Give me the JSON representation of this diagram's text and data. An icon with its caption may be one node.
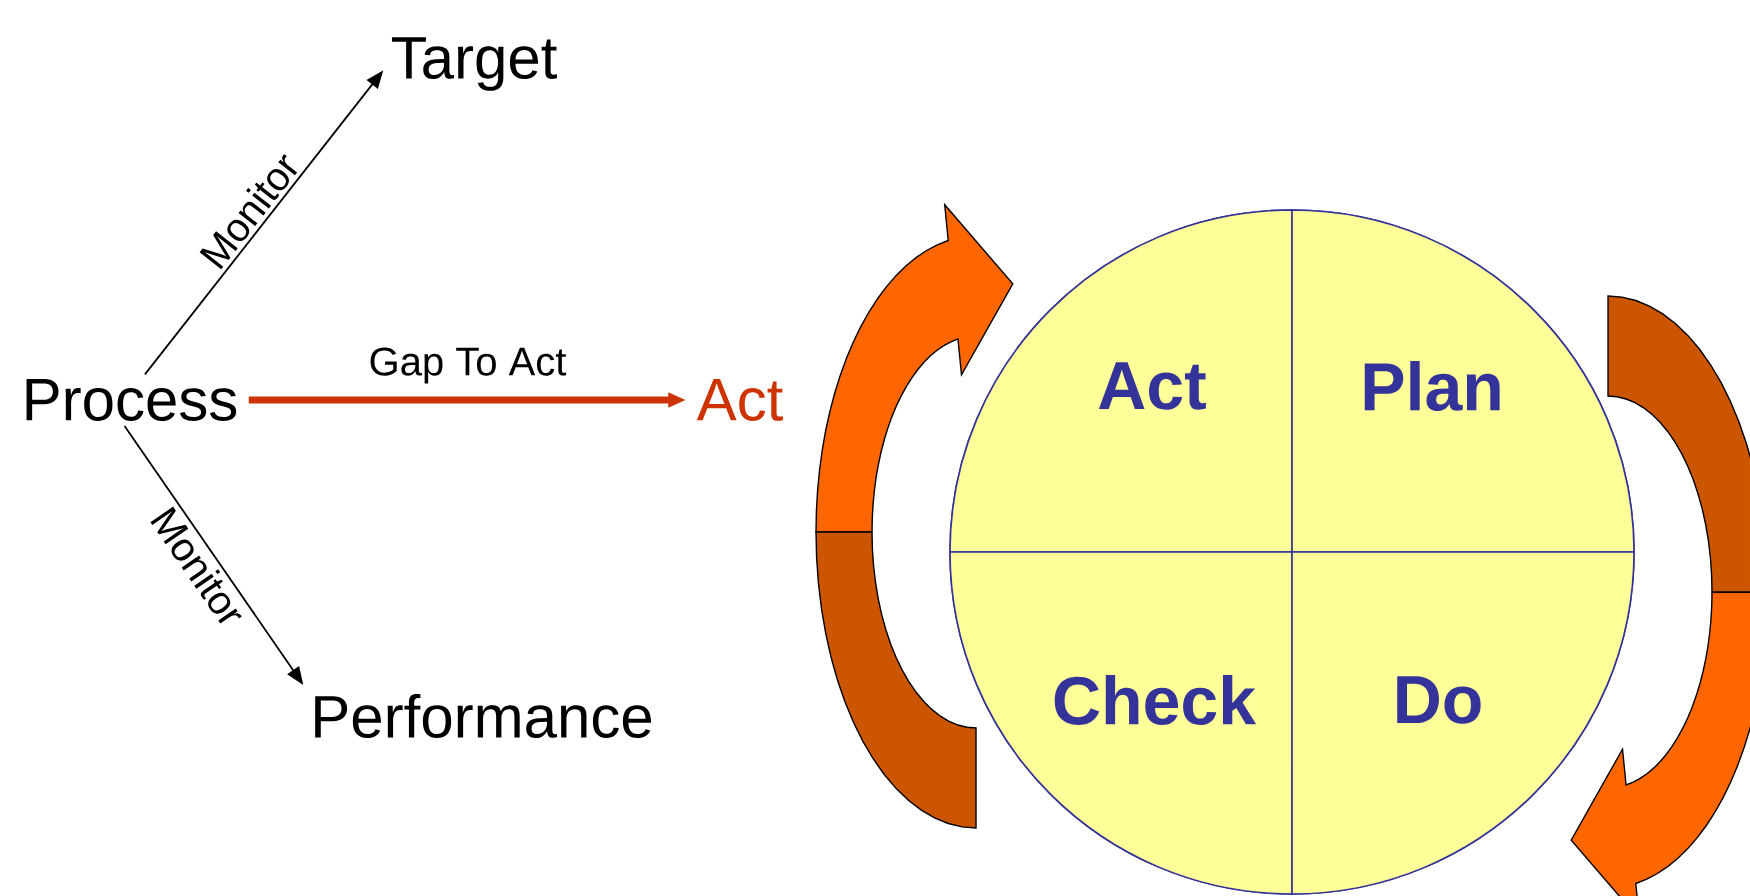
{
  "diagram": {
    "nodes": [
      {
        "text": [
          "Process"
        ]
      },
      {
        "text": [
          "Target"
        ]
      },
      {
        "text": [
          "Act"
        ]
      },
      {
        "text": [
          "Performance"
        ]
      },
      {
        "text": [],
        "shape": "circle"
      },
      {
        "text": [
          "Act"
        ],
        "in": 4
      },
      {
        "text": [
          "Plan"
        ],
        "in": 4
      },
      {
        "text": [
          "Check"
        ],
        "in": 4
      },
      {
        "text": [
          "Do"
        ],
        "in": 4
      }
    ],
    "edges": [
      {
        "from": 0,
        "to": 1,
        "arrow": "to",
        "label": "Monitor"
      },
      {
        "from": 0,
        "to": 2,
        "arrow": "to",
        "label": "Gap To Act",
        "style": "thick",
        "color": "#cc3300"
      },
      {
        "from": 0,
        "to": 3,
        "arrow": "to",
        "label": "Monitor"
      },
      {
        "from": 7,
        "to": 5,
        "arrow": "to"
      },
      {
        "from": 6,
        "to": 8,
        "arrow": "to"
      }
    ]
  }
}
